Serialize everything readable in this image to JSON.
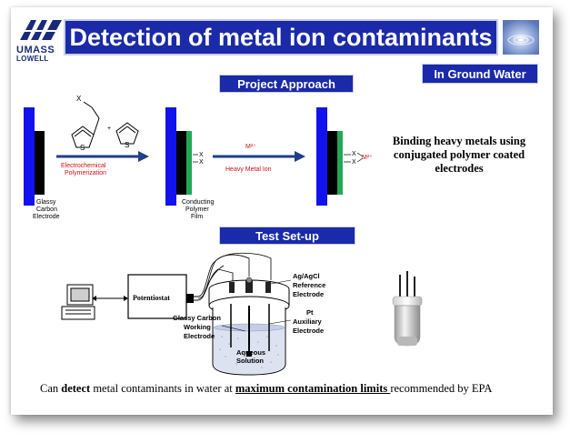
{
  "logo": {
    "line1": "UMASS",
    "line2": "LOWELL"
  },
  "title": "Detection of metal ion contaminants",
  "subtitle": "In Ground Water",
  "sections": {
    "approach": "Project Approach",
    "test_setup": "Test Set-up"
  },
  "approach_diagram": {
    "monomer_substituent": "X",
    "plus": "+",
    "electrode1_label": [
      "Glassy",
      "Carbon",
      "Electrode"
    ],
    "arrow1_label": [
      "Electrochemical",
      "Polymerization"
    ],
    "film_x_labels": [
      "X",
      "X"
    ],
    "electrode2_label": [
      "Conducting",
      "Polymer",
      "Film"
    ],
    "arrow2_top": "M²⁺",
    "arrow2_label": "Heavy Metal Ion",
    "bound_metal": "M²⁺",
    "colors": {
      "electrode": "#1212ee",
      "carbon": "#000000",
      "polymer": "#22a855",
      "arrow": "#1f3f8a",
      "red_text": "#cc1111"
    }
  },
  "binding_text": "Binding heavy metals using conjugated polymer coated electrodes",
  "setup_diagram": {
    "potentiostat": "Potentiostat",
    "reference_label": [
      "Ag/AgCl",
      "Reference",
      "Electrode"
    ],
    "auxiliary_label": [
      "Pt",
      "Auxiliary",
      "Electrode"
    ],
    "working_label": [
      "Glassy Carbon",
      "Working",
      "Electrode"
    ],
    "solution_label": [
      "Aqueous",
      "Solution"
    ]
  },
  "bottom": {
    "part1": "Can ",
    "bold1": "detect",
    "part2": " metal contaminants in water at ",
    "underline": "maximum contamination limits ",
    "part3": "recommended by EPA"
  }
}
